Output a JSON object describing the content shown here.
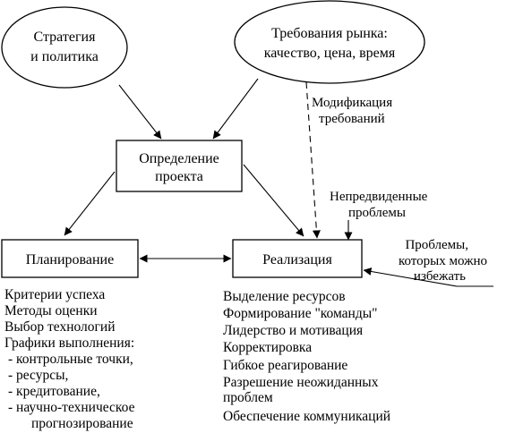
{
  "nodes": {
    "strategy": {
      "lines": [
        "Стратегия",
        "и политика"
      ]
    },
    "market": {
      "lines": [
        "Требования рынка:",
        "качество, цена, время"
      ]
    },
    "definition": {
      "lines": [
        "Определение",
        "проекта"
      ]
    },
    "planning": {
      "label": "Планирование"
    },
    "realization": {
      "label": "Реализация"
    }
  },
  "annotations": {
    "modification": {
      "lines": [
        "Модификация",
        "требований"
      ]
    },
    "unforeseen": {
      "lines": [
        "Непредвиденные",
        "проблемы"
      ]
    },
    "avoidable": {
      "lines": [
        "Проблемы,",
        "которых можно",
        "избежать"
      ]
    }
  },
  "planning_list": [
    "Критерии успеха",
    "Методы оценки",
    "Выбор технологий",
    "Графики выполнения:",
    "- контрольные точки,",
    "- ресурсы,",
    "- кредитование,",
    "-  научно-техническое",
    "прогнозирование"
  ],
  "realization_list": [
    "Выделение ресурсов",
    "Формирование \"команды\"",
    "Лидерство и мотивация",
    "Корректировка",
    "Гибкое реагирование",
    "Разрешение неожиданных",
    "проблем",
    "Обеспечение коммуникаций"
  ]
}
